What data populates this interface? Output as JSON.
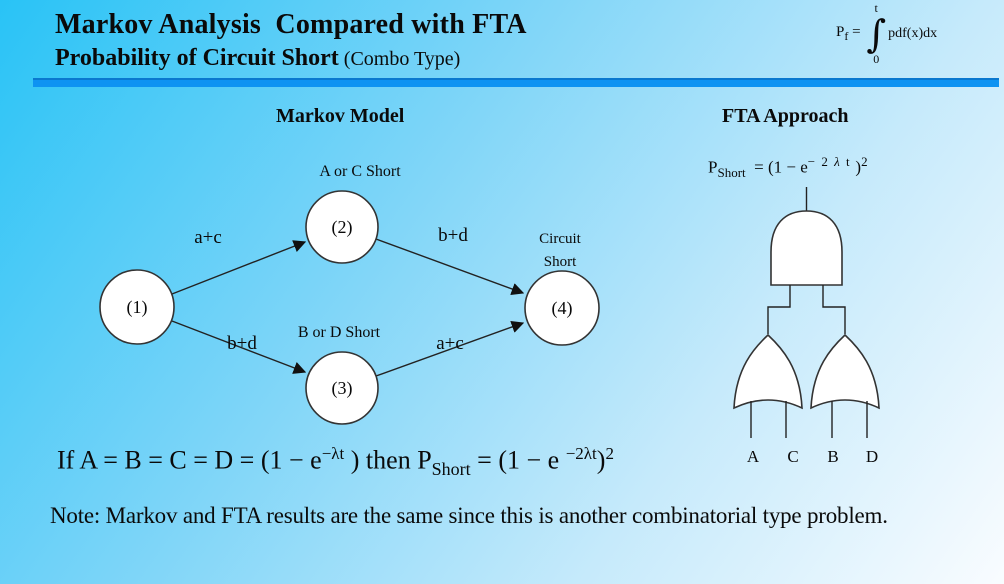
{
  "slide": {
    "title": "Markov Analysis  Compared with FTA",
    "subtitle_bold": "Probability of Circuit Short",
    "subtitle_normal": " (Combo Type)"
  },
  "pf_formula": {
    "p": "P",
    "sub": "f",
    "equals": " = ",
    "upper_limit": "t",
    "integral": "∫",
    "lower_limit": "0",
    "body": "pdf(x)dx"
  },
  "markov": {
    "heading": "Markov Model",
    "states": {
      "s1": "(1)",
      "s2": "(2)",
      "s3": "(3)",
      "s4": "(4)"
    },
    "transitions": {
      "t12": "a+c",
      "t24": "b+d",
      "t13": "b+d",
      "t34": "a+c"
    },
    "annotations": {
      "state2": "A or C Short",
      "state3": "B or D Short",
      "state4_line1": "Circuit",
      "state4_line2": "Short"
    }
  },
  "fta": {
    "heading": "FTA Approach",
    "formula": {
      "p": "P",
      "sub": "Short",
      "mid": "  = (1 − e",
      "sup_pre": "− 2 ",
      "sup_lambda": "λ",
      "sup_post": " t",
      "close": " )",
      "sup2": "2"
    },
    "gate_inputs": [
      "A",
      "C",
      "B",
      "D"
    ]
  },
  "equation": {
    "p1": "If A = B = C = D = (1 − e",
    "sup1": "−λt",
    "p2": " ) then P",
    "sub1": "Short",
    "p3": " = (1 − e ",
    "sup2": "−2λt",
    "p4": ")",
    "sup3": "2"
  },
  "note": "Note: Markov and FTA results are the same since this is another combinatorial type problem.",
  "colors": {
    "background_top_left": "#29c3f6",
    "background_bottom_right": "#f9fcff",
    "divider_blue": "#0e93f2",
    "text": "#0a0a0a",
    "shape_fill": "#ffffff",
    "shape_stroke": "#333333"
  }
}
